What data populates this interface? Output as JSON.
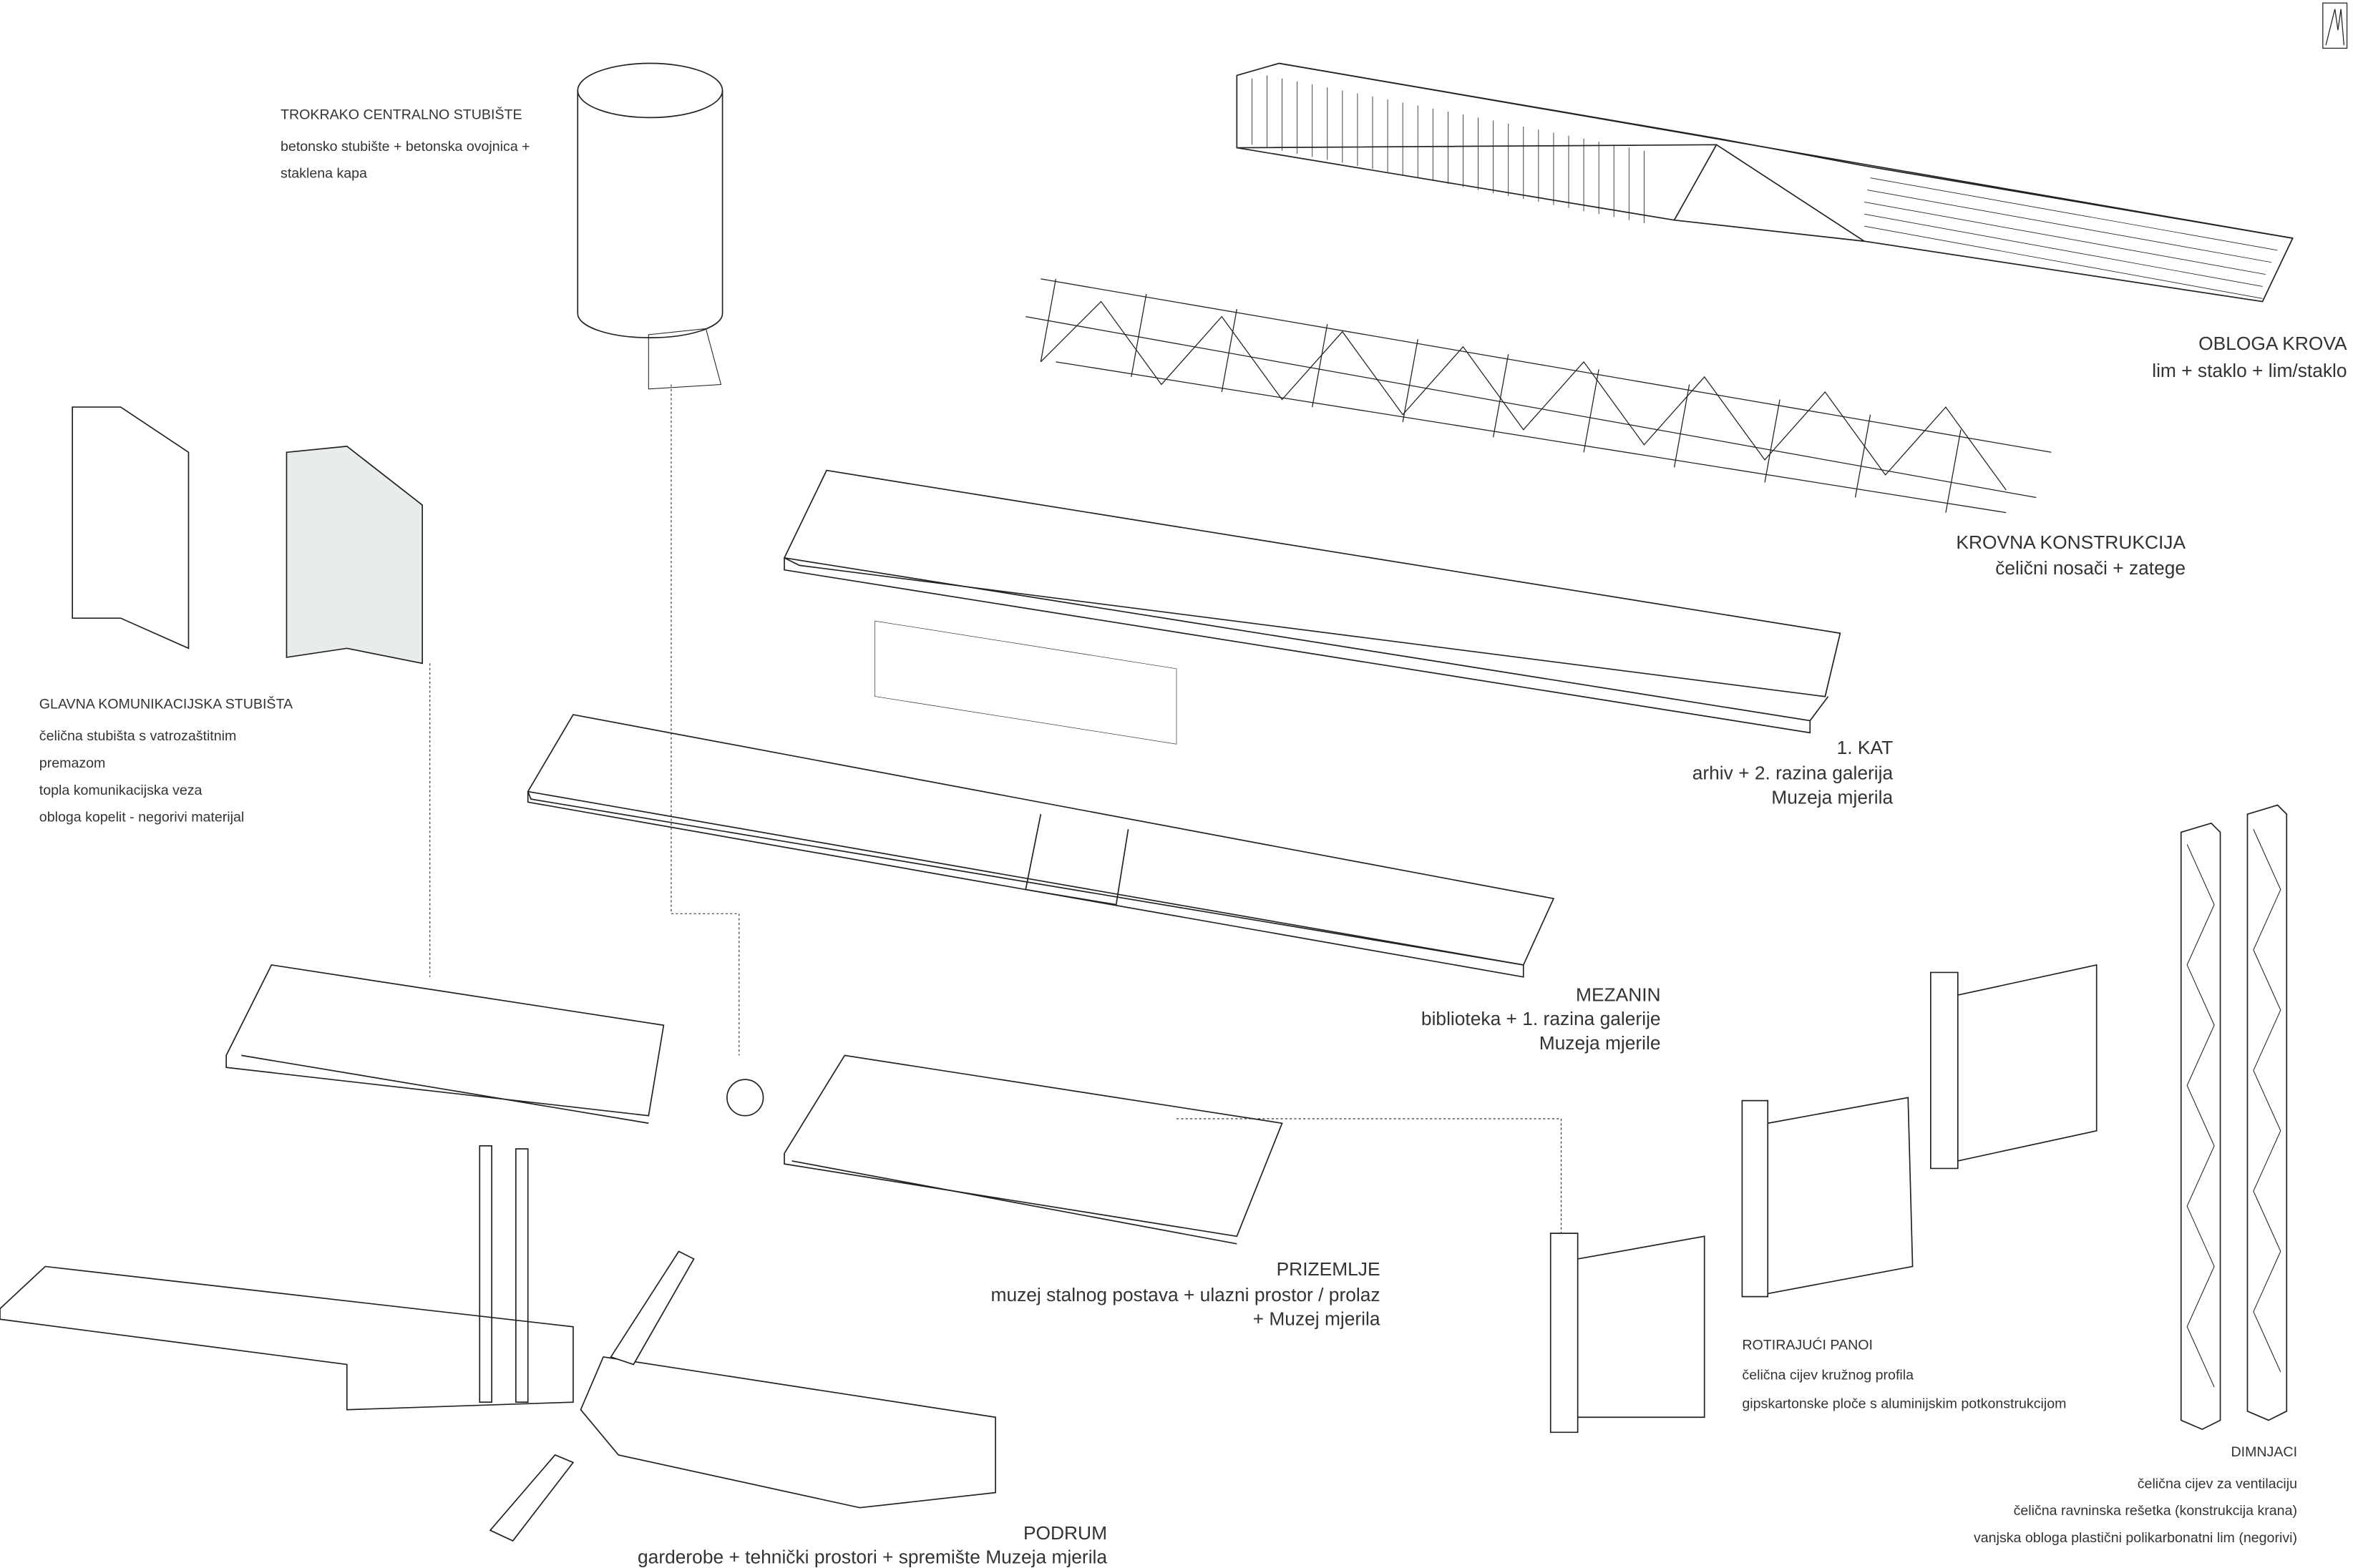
{
  "logo": {
    "text": "MA"
  },
  "labels": {
    "central_stair": {
      "title": "TROKRAKO CENTRALNO STUBIŠTE",
      "lines": [
        "betonsko stubište + betonska ovojnica +",
        "staklena kapa"
      ]
    },
    "roof_cladding": {
      "title": "OBLOGA KROVA",
      "lines": [
        "lim + staklo + lim/staklo"
      ]
    },
    "roof_structure": {
      "title": "KROVNA KONSTRUKCIJA",
      "lines": [
        "čelični nosači + zatege"
      ]
    },
    "first_floor": {
      "title": "1. KAT",
      "lines": [
        "arhiv + 2. razina galerija",
        "Muzeja mjerila"
      ]
    },
    "mezzanine": {
      "title": "MEZANIN",
      "lines": [
        "biblioteka + 1. razina galerije",
        "Muzeja mjerile"
      ]
    },
    "ground_floor": {
      "title": "PRIZEMLJE",
      "lines": [
        "muzej stalnog postava + ulazni prostor / prolaz",
        "+ Muzej mjerila"
      ]
    },
    "basement": {
      "title": "PODRUM",
      "lines": [
        "garderobe + tehnički prostori + spremište Muzeja mjerila"
      ]
    },
    "main_stairs": {
      "title": "GLAVNA KOMUNIKACIJSKA STUBIŠTA",
      "lines": [
        "čelična stubišta s vatrozaštitnim",
        "premazom",
        "topla komunikacijska veza",
        "obloga kopelit - negorivi materijal"
      ]
    },
    "rotating_panels": {
      "title": "ROTIRAJUĆI PANOI",
      "lines": [
        "čelična cijev kružnog profila",
        "gipskartonske ploče s aluminijskim potkonstrukcijom"
      ]
    },
    "chimneys": {
      "title": "DIMNJACI",
      "lines": [
        "čelična cijev za ventilaciju",
        "čelična ravninska rešetka (konstrukcija krana)",
        "vanjska obloga plastični polikarbonatni lim (negorivi)"
      ]
    }
  }
}
